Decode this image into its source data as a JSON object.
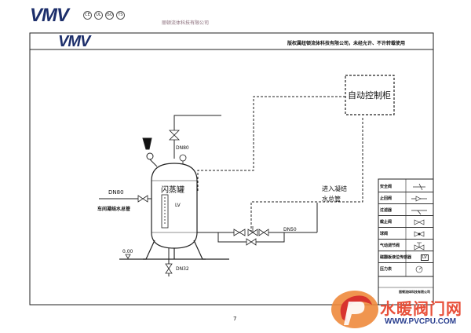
{
  "header": {
    "logo_text": "VMV",
    "cert_marks": [
      "CE",
      "UL",
      "ISO",
      "TS"
    ],
    "company_name": "丽顿流体科技有限公司"
  },
  "frame": {
    "logo_text": "VMV",
    "copyright": "版权属纽顿流体科技有限公司，未经允许、不许转载使用"
  },
  "diagram": {
    "control_cabinet": "自动控制柜",
    "tank_label": "闪蒸罐",
    "level_label": "LV",
    "inlet_size": "DN80",
    "inlet_desc": "车间凝结水总管",
    "top_size": "DN80",
    "outlet_desc_line1": "进入凝结",
    "outlet_desc_line2": "水总管",
    "outlet_size": "DN50",
    "drain_size": "DN32",
    "level_marker": "0.00"
  },
  "legend": {
    "items": [
      {
        "name": "安全阀",
        "icon": "safety-valve-icon"
      },
      {
        "name": "止回阀",
        "icon": "check-valve-icon"
      },
      {
        "name": "过滤器",
        "icon": "strainer-icon"
      },
      {
        "name": "截止阀",
        "icon": "globe-valve-icon"
      },
      {
        "name": "球阀",
        "icon": "ball-valve-icon"
      },
      {
        "name": "气动调节阀",
        "icon": "pneumatic-valve-icon"
      },
      {
        "name": "磁翻板液位传感器",
        "icon": "level-sensor-icon"
      },
      {
        "name": "压力表",
        "icon": "pressure-gauge-icon"
      }
    ],
    "level_symbol_text": "LV",
    "footer_company": "丽顿流体科技有限公司"
  },
  "page_number": "7",
  "watermark": {
    "title": "水暖阀门网",
    "url": "WWW.PVCPU.COM"
  }
}
